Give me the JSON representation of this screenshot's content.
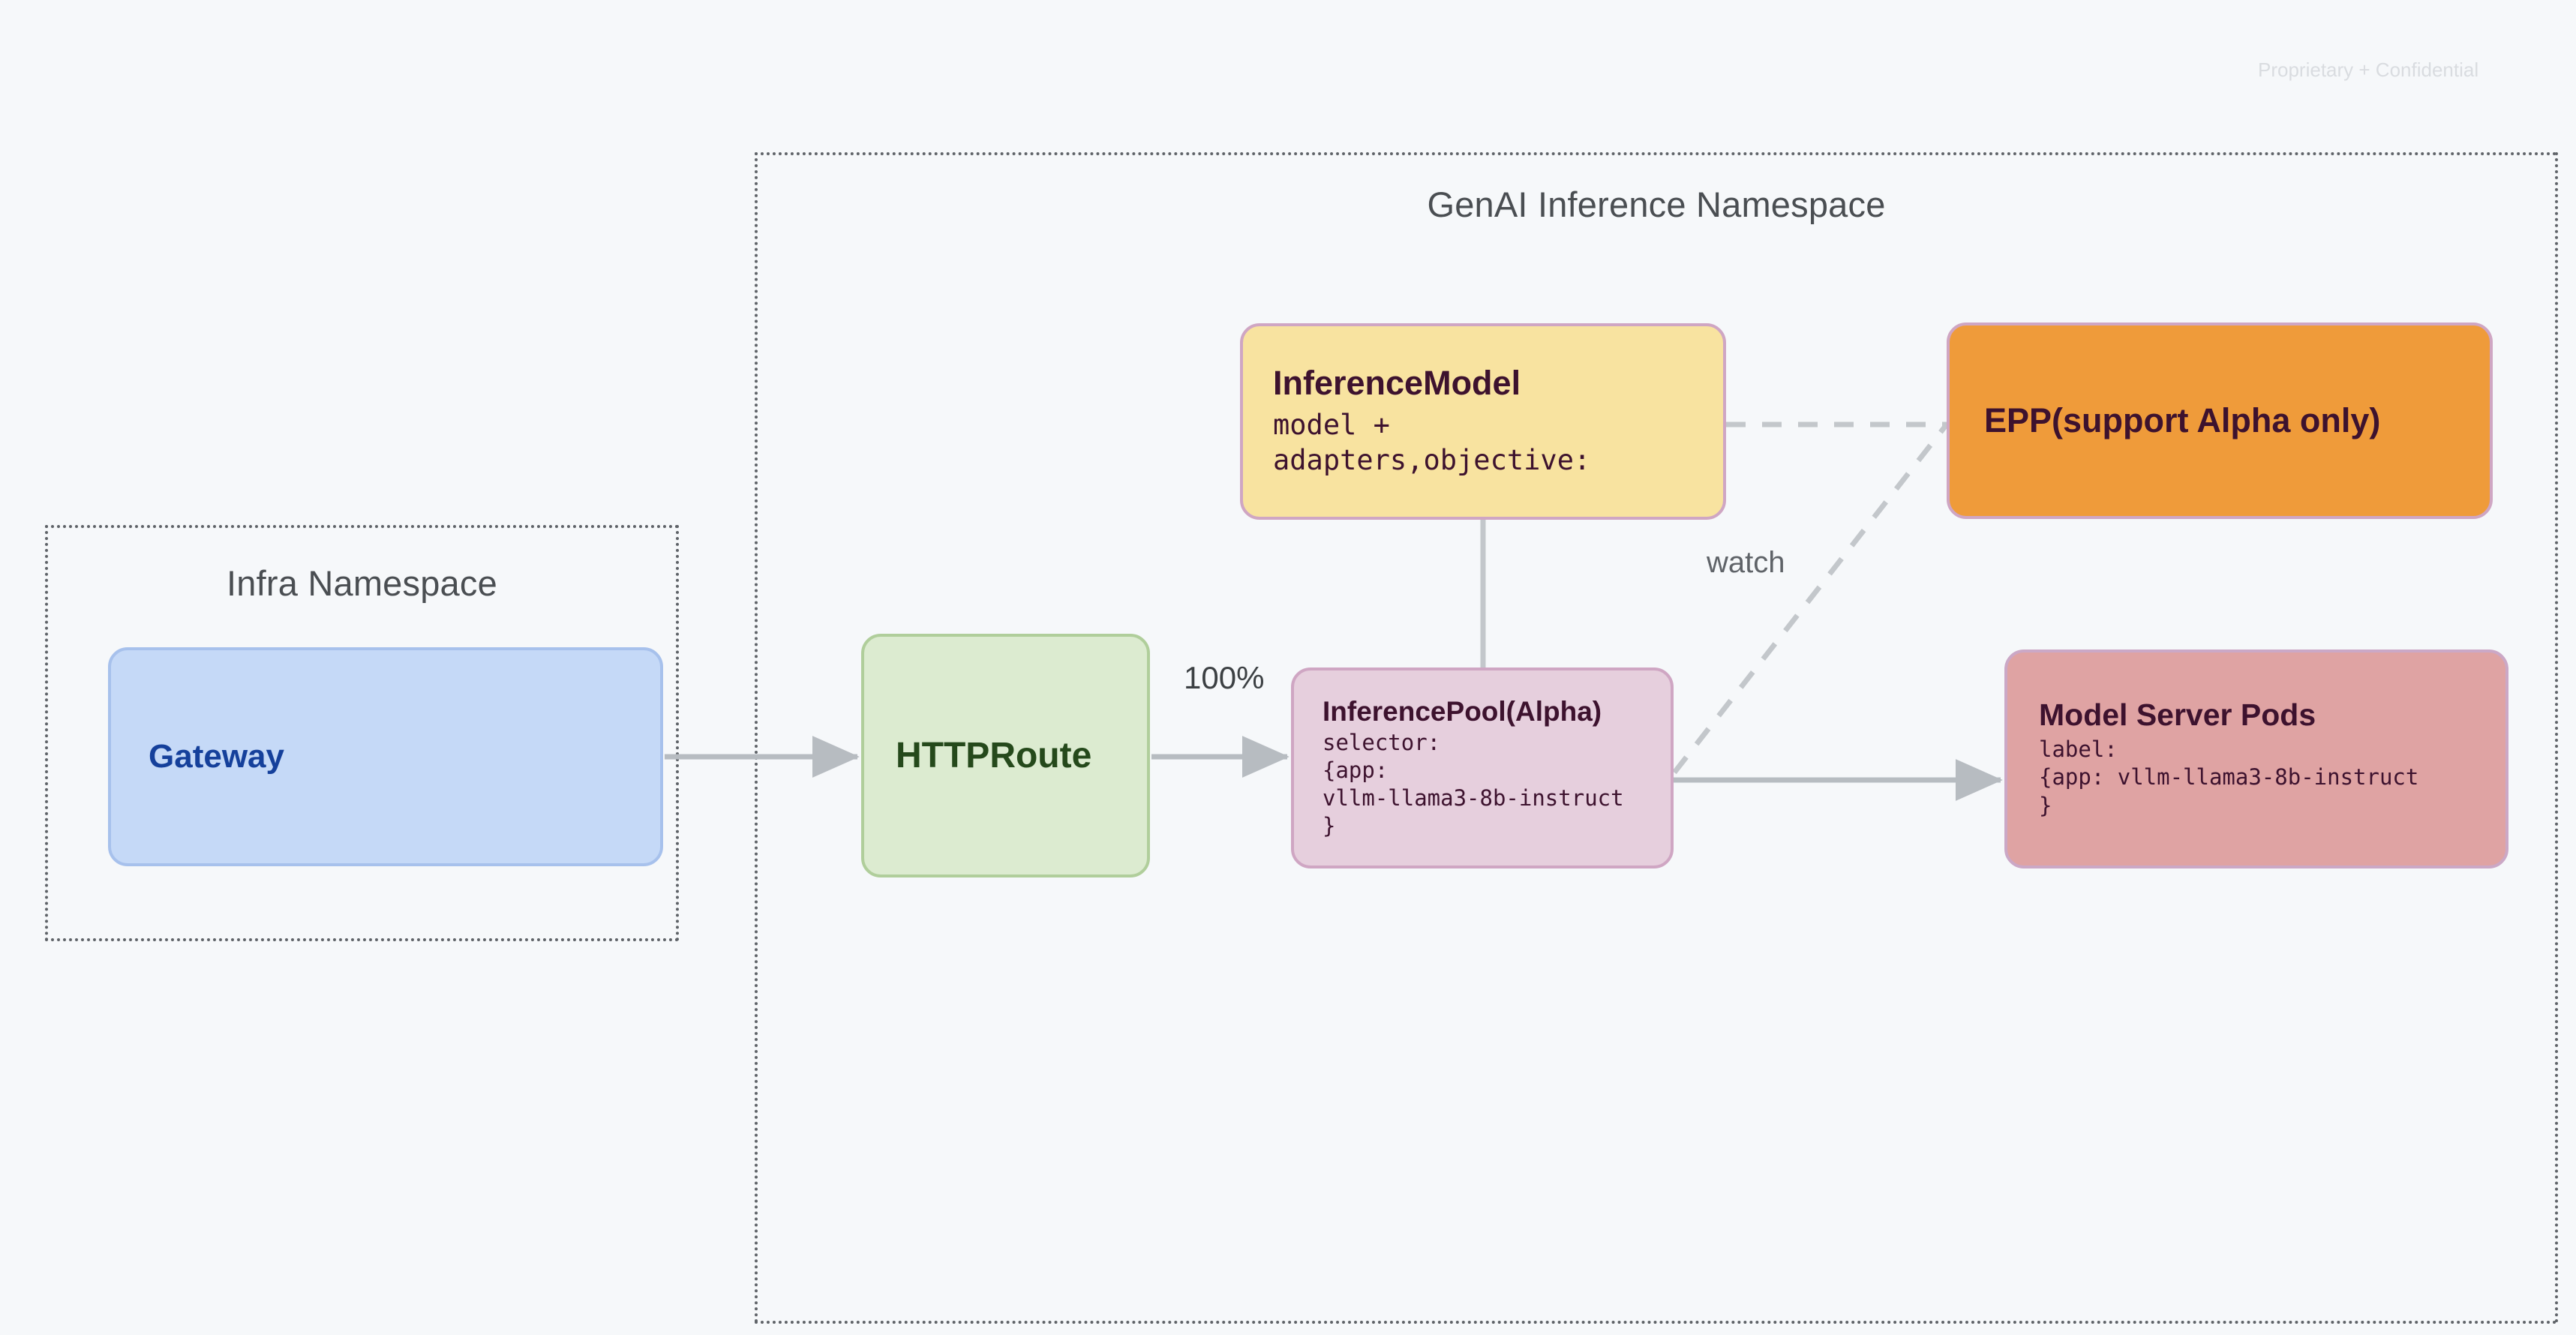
{
  "page": {
    "background_color": "#F6F8FA",
    "confidential_notice": "Proprietary + Confidential"
  },
  "namespaces": [
    {
      "id": "infra",
      "title": "Infra Namespace",
      "border_style": "dotted",
      "border_color": "#5F6368"
    },
    {
      "id": "genai",
      "title": "GenAI Inference Namespace",
      "border_style": "dotted",
      "border_color": "#5F6368"
    }
  ],
  "nodes": {
    "gateway": {
      "title": "Gateway",
      "subtitle": "",
      "fill": "#C5D9F7",
      "border": "#A7C1EC",
      "text_color": "#15409B"
    },
    "httproute": {
      "title": "HTTPRoute",
      "subtitle": "",
      "fill": "#DCEBD0",
      "border": "#B0CE9B",
      "text_color": "#25491B"
    },
    "inferencemodel": {
      "title": "InferenceModel",
      "subtitle": "model +\nadapters,objective:",
      "fill": "#F8E3A0",
      "border": "#CFA6C3",
      "text_color": "#3D122E"
    },
    "epp": {
      "title": "EPP(support Alpha only)",
      "subtitle": "",
      "fill": "#EF9B3A",
      "border": "#CFA6C3",
      "text_color": "#3D122E"
    },
    "inferencepool": {
      "title": "InferencePool(Alpha)",
      "subtitle": "selector:\n{app:\nvllm-llama3-8b-instruct\n}",
      "fill": "#E6CFDD",
      "border": "#CFA6C3",
      "text_color": "#3D122E"
    },
    "modelserverpods": {
      "title": "Model Server Pods",
      "subtitle": "label:\n{app: vllm-llama3-8b-instruct\n}",
      "fill": "#DFA3A3",
      "border": "#CBA8C6",
      "text_color": "#3D122E"
    }
  },
  "edges": [
    {
      "id": "gateway-to-httproute",
      "from": "gateway",
      "to": "httproute",
      "style": "solid",
      "arrow": true,
      "label": ""
    },
    {
      "id": "httproute-to-inferencepool",
      "from": "httproute",
      "to": "inferencepool",
      "style": "solid",
      "arrow": true,
      "label": "100%"
    },
    {
      "id": "inferencemodel-to-inferencepool",
      "from": "inferencemodel",
      "to": "inferencepool",
      "style": "solid",
      "arrow": false,
      "label": ""
    },
    {
      "id": "inferencepool-to-modelserverpods",
      "from": "inferencepool",
      "to": "modelserverpods",
      "style": "solid",
      "arrow": true,
      "label": ""
    },
    {
      "id": "inferencemodel-to-epp",
      "from": "inferencemodel",
      "to": "epp",
      "style": "dashed",
      "arrow": false,
      "label": ""
    },
    {
      "id": "inferencepool-to-epp",
      "from": "inferencepool",
      "to": "epp",
      "style": "dashed",
      "arrow": false,
      "label": "watch"
    }
  ],
  "edge_labels": {
    "traffic_split": "100%",
    "watch": "watch"
  },
  "colors": {
    "connector": "#B7BCC1",
    "namespace_border": "#5F6368",
    "namespace_title": "#4A4E52"
  }
}
